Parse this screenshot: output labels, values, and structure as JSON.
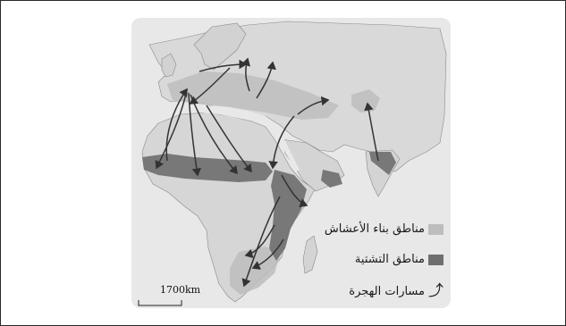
{
  "legend": {
    "items": [
      {
        "label": "مناطق بناء الأعشاش",
        "color": "#bdbdbd"
      },
      {
        "label": "مناطق التشتية",
        "color": "#6e6e6e"
      },
      {
        "label": "مسارات الهجرة",
        "icon": "curved-arrow-icon"
      }
    ]
  },
  "scale": {
    "label": "1700km"
  },
  "colors": {
    "sea": "#e9e9e9",
    "land": "#d6d6d6",
    "nesting": "#bdbdbd",
    "wintering": "#6e6e6e",
    "route": "#3a3a3a"
  }
}
